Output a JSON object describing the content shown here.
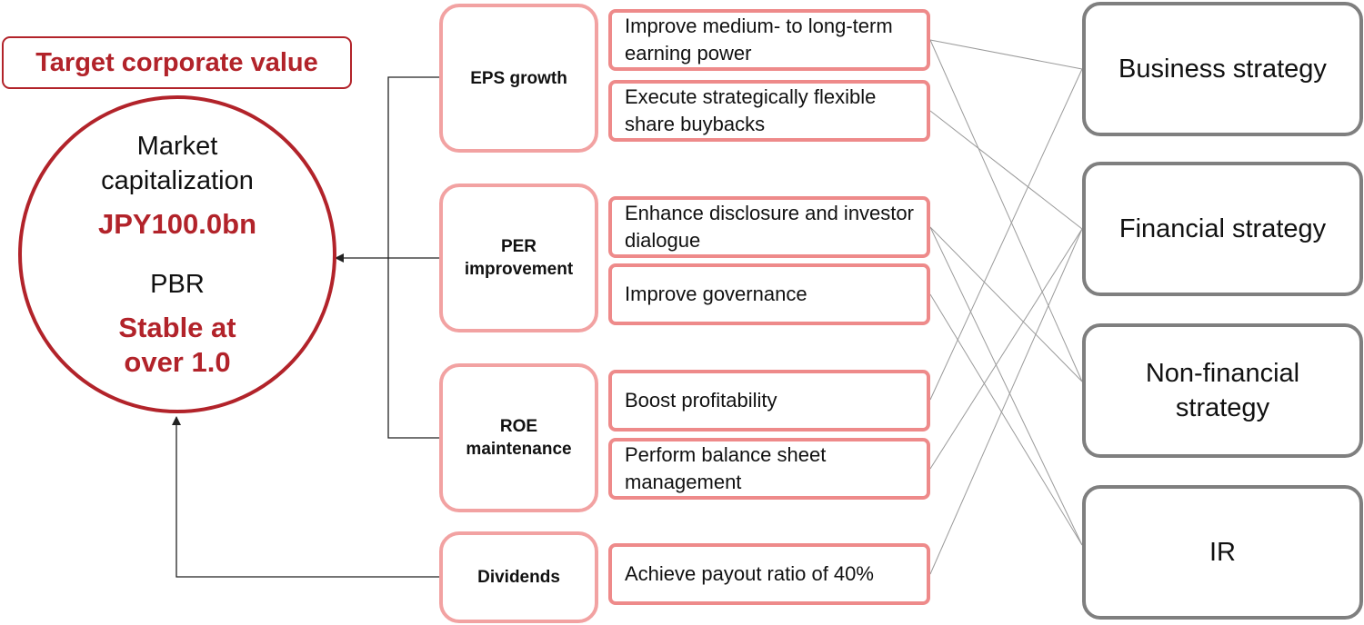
{
  "target": {
    "badge_label": "Target corporate value",
    "market_cap_label": "Market capitalization",
    "market_cap_value": "JPY100.0bn",
    "pbr_label": "PBR",
    "pbr_value": "Stable at over 1.0"
  },
  "drivers": [
    {
      "label": "EPS growth"
    },
    {
      "label": "PER improvement"
    },
    {
      "label": "ROE maintenance"
    },
    {
      "label": "Dividends"
    }
  ],
  "actions": [
    {
      "label": "Improve medium- to long-term earning power"
    },
    {
      "label": "Execute strategically flexible share buybacks"
    },
    {
      "label": "Enhance disclosure and investor dialogue"
    },
    {
      "label": "Improve governance"
    },
    {
      "label": "Boost profitability"
    },
    {
      "label": "Perform balance sheet management"
    },
    {
      "label": "Achieve payout ratio of 40%"
    }
  ],
  "strategies": [
    {
      "label": "Business strategy"
    },
    {
      "label": "Financial strategy"
    },
    {
      "label": "Non-financial strategy"
    },
    {
      "label": "IR"
    }
  ],
  "colors": {
    "accent_red": "#b2232a",
    "driver_border": "#f2a2a2",
    "action_border": "#ee8a8a",
    "strategy_border": "#7f7f7f",
    "connector": "#222222",
    "mapping_line": "#9a9a9a"
  }
}
